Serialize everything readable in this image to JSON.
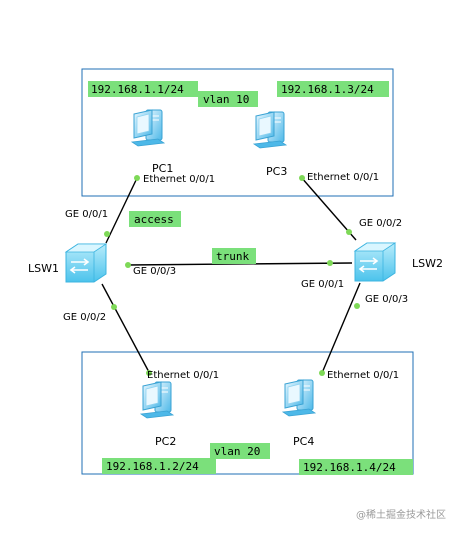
{
  "colors": {
    "vlan_box_border": "#1f6fb5",
    "tag_fill": "#7be07b",
    "link": "#000000",
    "port_dot": "#7ed957",
    "pc_body": "#4db8e8",
    "switch_body": "#6fd0f2",
    "watermark": "#9a9a9a"
  },
  "devices": {
    "pc1": {
      "name": "PC1",
      "icon": "pc-icon"
    },
    "pc2": {
      "name": "PC2",
      "icon": "pc-icon"
    },
    "pc3": {
      "name": "PC3",
      "icon": "pc-icon"
    },
    "pc4": {
      "name": "PC4",
      "icon": "pc-icon"
    },
    "lsw1": {
      "name": "LSW1",
      "icon": "switch-icon"
    },
    "lsw2": {
      "name": "LSW2",
      "icon": "switch-icon"
    }
  },
  "ports": {
    "pc1_eth": "Ethernet 0/0/1",
    "pc2_eth": "Ethernet 0/0/1",
    "pc3_eth": "Ethernet 0/0/1",
    "pc4_eth": "Ethernet 0/0/1",
    "lsw1_ge1": "GE 0/0/1",
    "lsw1_ge2": "GE 0/0/2",
    "lsw1_ge3": "GE 0/0/3",
    "lsw2_ge1": "GE 0/0/1",
    "lsw2_ge2": "GE 0/0/2",
    "lsw2_ge3": "GE 0/0/3"
  },
  "tags": {
    "ip_pc1": "192.168.1.1/24",
    "ip_pc3": "192.168.1.3/24",
    "ip_pc2": "192.168.1.2/24",
    "ip_pc4": "192.168.1.4/24",
    "vlan_top": "vlan 10",
    "vlan_bottom": "vlan 20",
    "access": "access",
    "trunk": "trunk"
  },
  "watermark": "@稀土掘金技术社区"
}
